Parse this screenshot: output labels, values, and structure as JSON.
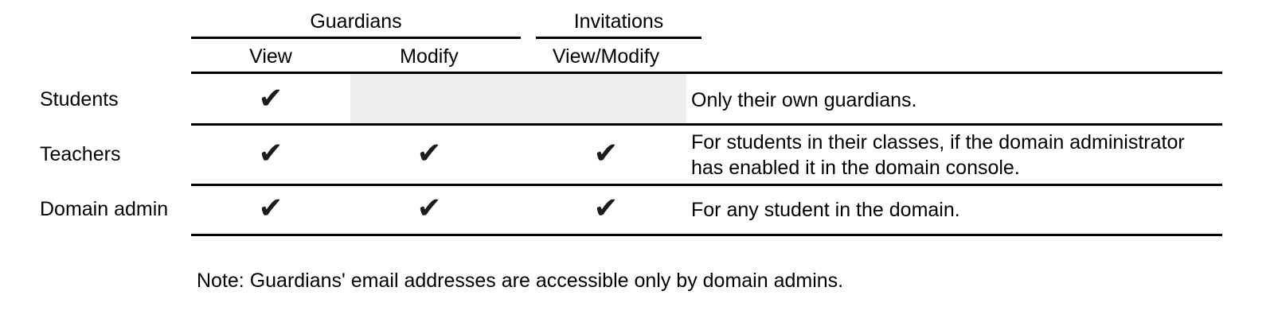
{
  "table": {
    "group_headers": [
      {
        "label": "Guardians",
        "name": "group-header-guardians"
      },
      {
        "label": "Invitations",
        "name": "group-header-invitations"
      }
    ],
    "column_headers": [
      {
        "label": "View"
      },
      {
        "label": "Modify"
      },
      {
        "label": "View/Modify"
      }
    ],
    "rows": [
      {
        "label": "Students",
        "guardians_view": "✔",
        "guardians_modify": "",
        "invitations_view_modify": "",
        "description_lines": [
          "Only their own guardians."
        ]
      },
      {
        "label": "Teachers",
        "guardians_view": "✔",
        "guardians_modify": "✔",
        "invitations_view_modify": "✔",
        "description_lines": [
          "For students in their classes, if the domain administrator",
          "has enabled it in the domain console."
        ]
      },
      {
        "label": "Domain admin",
        "guardians_view": "✔",
        "guardians_modify": "✔",
        "invitations_view_modify": "✔",
        "description_lines": [
          "For any student in the domain."
        ]
      }
    ]
  },
  "note": {
    "text": "Note: Guardians' email addresses are accessible only by domain admins."
  },
  "colors": {
    "text": "#000000",
    "rule": "#000000",
    "shaded_cell": "#eeeeee",
    "background": "#ffffff",
    "check": "#1c1c1c"
  },
  "icons": {
    "check": "check-mark-icon"
  }
}
